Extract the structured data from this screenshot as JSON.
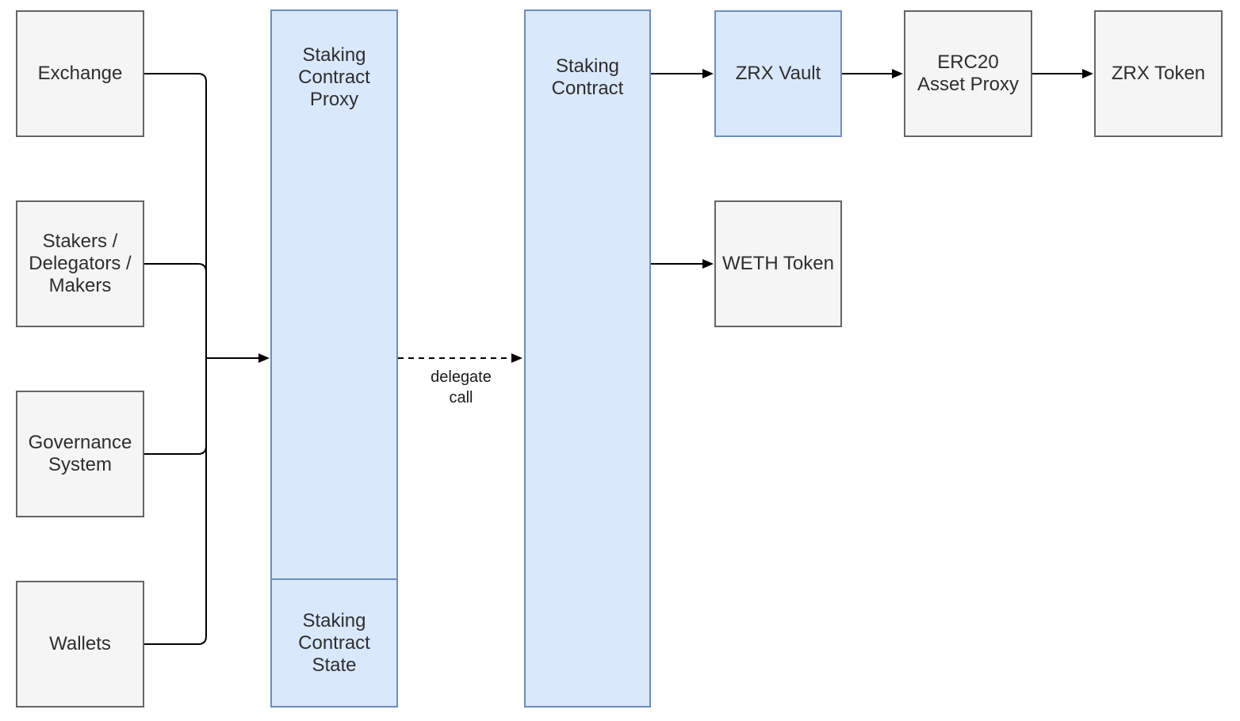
{
  "diagram": {
    "nodes": {
      "exchange": "Exchange",
      "stakers": "Stakers /\nDelegators /\nMakers",
      "governance": "Governance\nSystem",
      "wallets": "Wallets",
      "staking_contract_proxy": "Staking\nContract\nProxy",
      "staking_contract_state": "Staking\nContract\nState",
      "staking_contract": "Staking\nContract",
      "zrx_vault": "ZRX Vault",
      "weth_token": "WETH Token",
      "erc20_asset_proxy": "ERC20\nAsset Proxy",
      "zrx_token": "ZRX Token"
    },
    "edge_labels": {
      "delegate_call": "delegate\ncall"
    },
    "colors": {
      "background": "#ffffff",
      "gray_node_fill": "#f5f5f5",
      "gray_node_border": "#666666",
      "blue_node_fill": "#dae8fc",
      "blue_node_border": "#6c8ebf",
      "connector": "#000000",
      "text": "#2e2e2e"
    }
  }
}
